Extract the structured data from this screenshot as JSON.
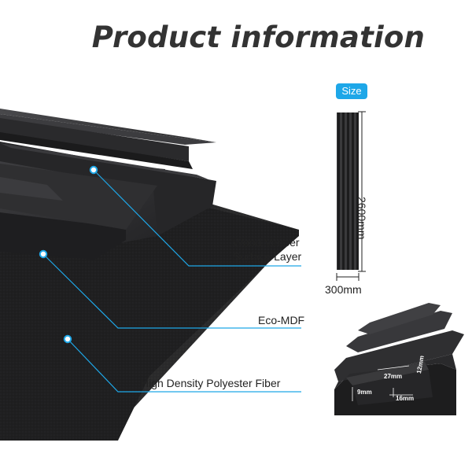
{
  "title": "Product information",
  "labels": {
    "veneer_line1": "Wood Veneer",
    "veneer_line2": "Surface Layer",
    "mdf": "Eco-MDF",
    "fiber": "High Density Polyester Fiber"
  },
  "size": {
    "badge": "Size",
    "height": "2600mm",
    "width": "300mm"
  },
  "detail_dims": {
    "d27": "27mm",
    "d12": "12mm",
    "d9": "9mm",
    "d16": "16mm"
  },
  "colors": {
    "accent": "#1ea7e8",
    "panel": "#2b2b2d",
    "felt": "#1c1c1c",
    "title": "#333333"
  }
}
